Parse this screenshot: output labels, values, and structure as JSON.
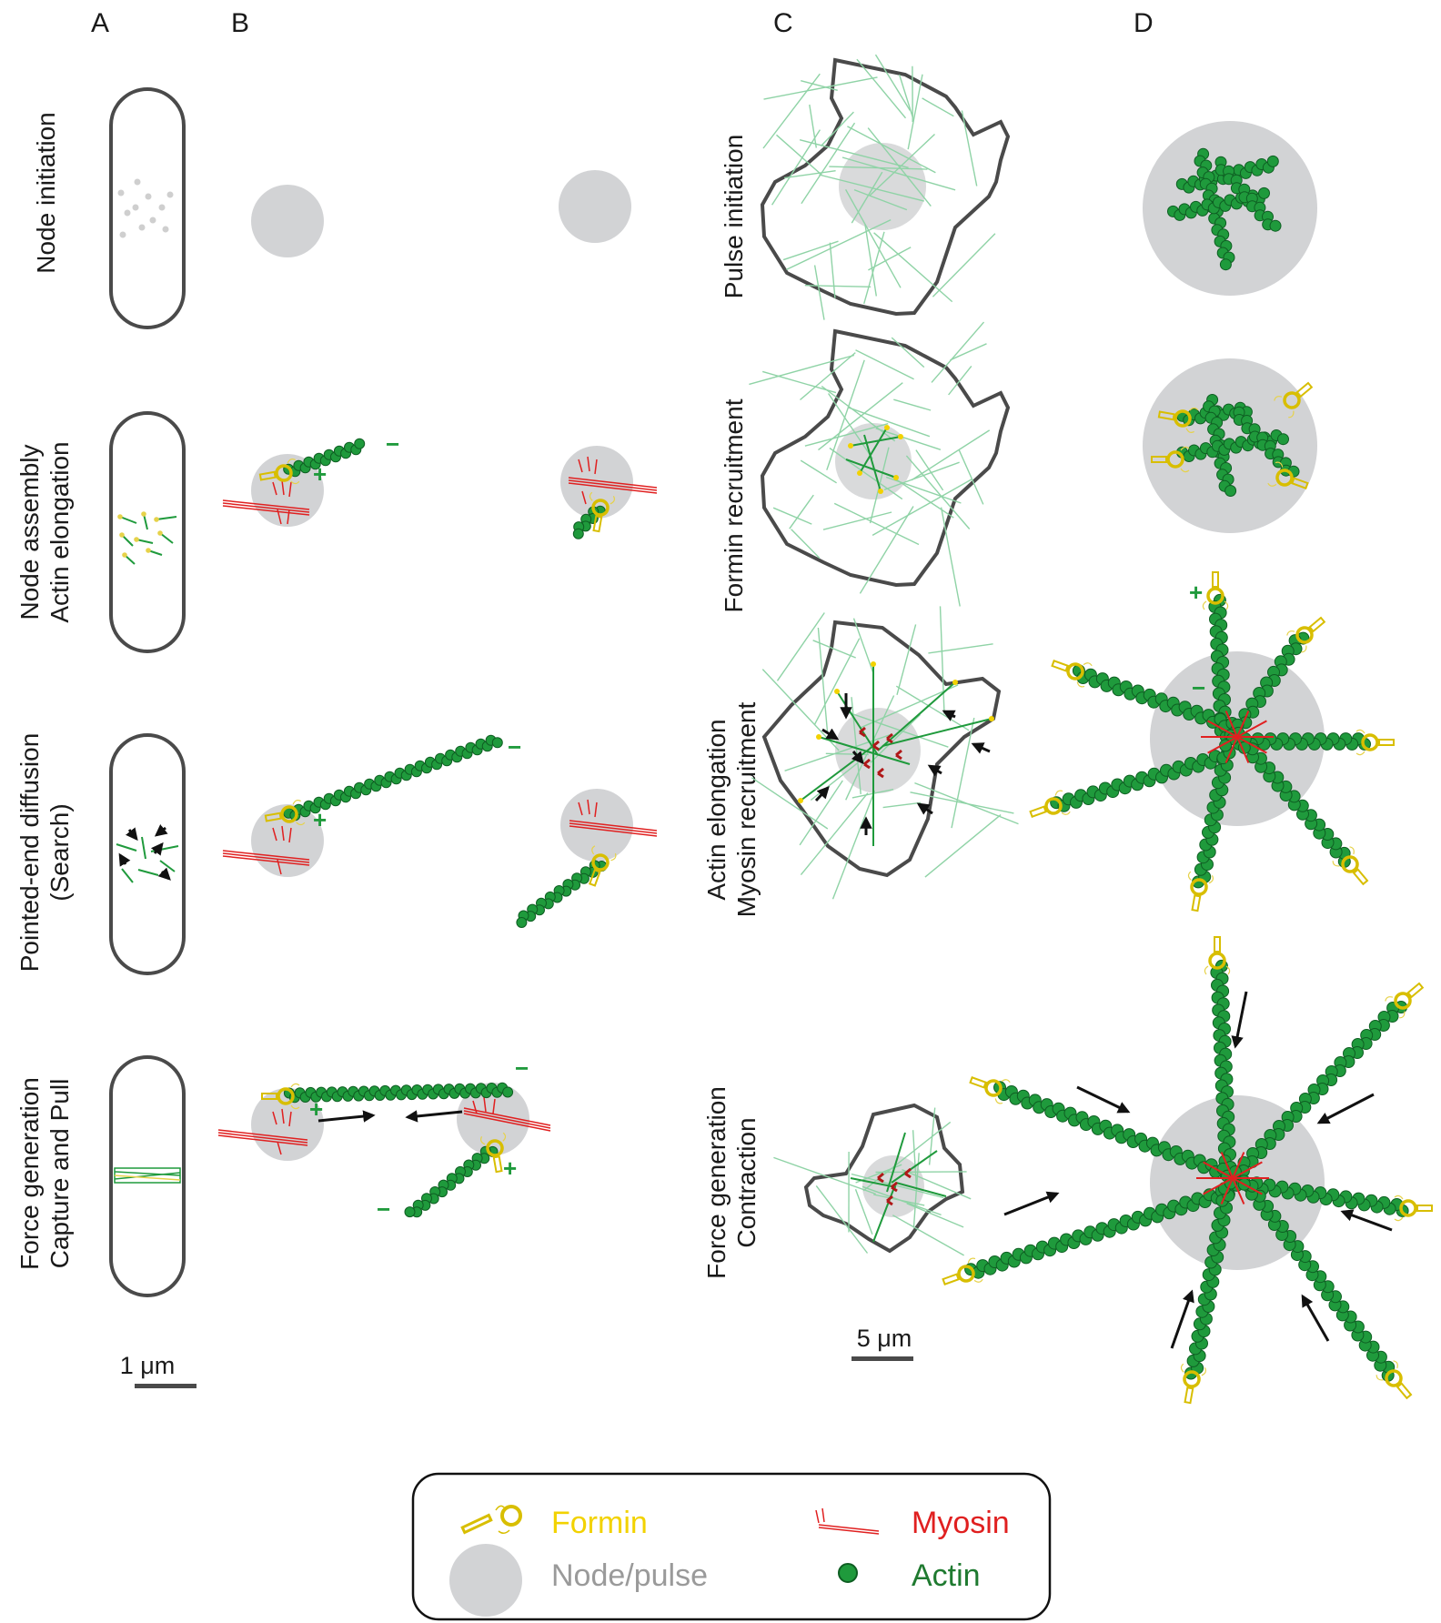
{
  "panels": [
    "A",
    "B",
    "C",
    "D"
  ],
  "rows_a": [
    {
      "line1": "Node initiation",
      "line2": ""
    },
    {
      "line1": "Node assembly",
      "line2": "Actin elongation"
    },
    {
      "line1": "Pointed-end diffusion",
      "line2": "(Search)"
    },
    {
      "line1": "Force generation",
      "line2": "Capture and Pull"
    }
  ],
  "rows_c": [
    {
      "line1": "Pulse initiation",
      "line2": ""
    },
    {
      "line1": "Formin recruitment",
      "line2": ""
    },
    {
      "line1": "Actin elongation",
      "line2": "Myosin recruitment"
    },
    {
      "line1": "Force generation",
      "line2": "Contraction"
    }
  ],
  "scalebars": {
    "a": "1 μm",
    "c": "5 μm"
  },
  "signs": {
    "plus": "+",
    "minus": "−"
  },
  "legend": {
    "formin": "Formin",
    "myosin": "Myosin",
    "node": "Node/pulse",
    "actin": "Actin"
  },
  "colors": {
    "actin": "#1f9a3c",
    "actin_dark": "#0e5e22",
    "myosin": "#e02020",
    "formin": "#f2d200",
    "node": "#d2d3d5",
    "outline": "#4a4a4a",
    "legend_formin": "#f2d200",
    "legend_myosin": "#e02020",
    "legend_node": "#9a9a9a",
    "legend_actin": "#1f7a30"
  }
}
